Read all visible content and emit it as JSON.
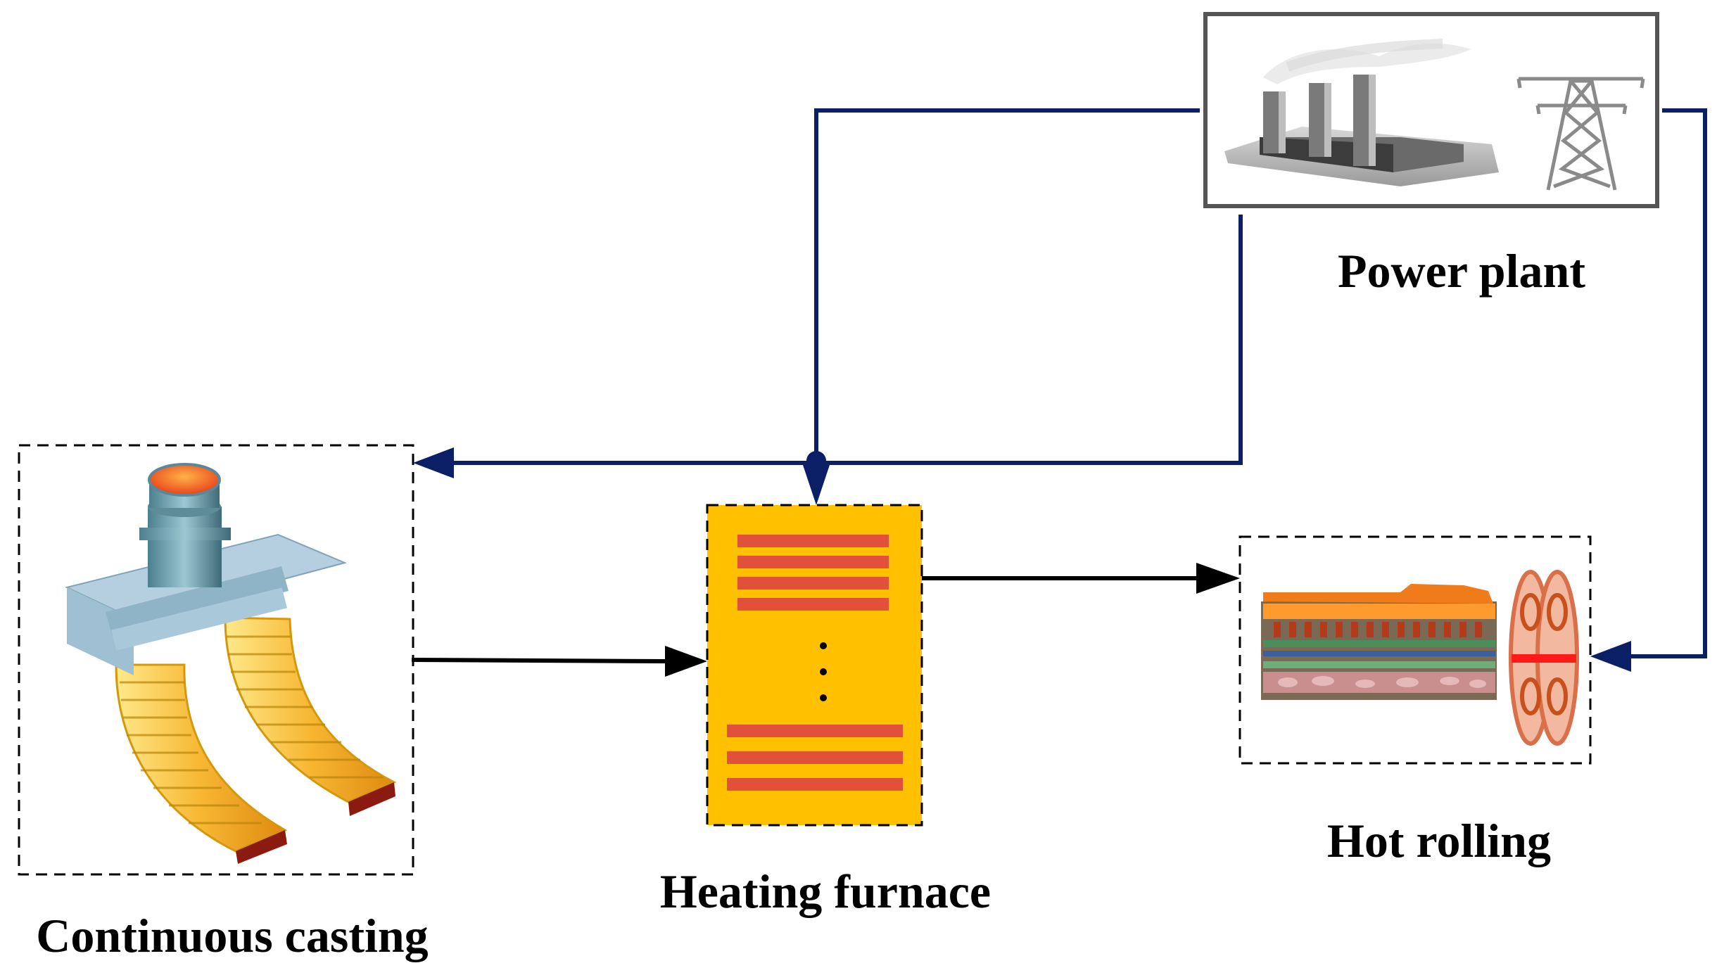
{
  "nodes": {
    "power_plant": {
      "label": "Power plant"
    },
    "continuous_casting": {
      "label": "Continuous casting"
    },
    "heating_furnace": {
      "label": "Heating furnace"
    },
    "hot_rolling": {
      "label": "Hot rolling"
    }
  },
  "colors": {
    "power_flow": "#0b1f66",
    "material_flow": "#000000",
    "furnace_fill": "#ffc000",
    "furnace_bar": "#e0503a",
    "box_border": "#555555"
  },
  "edges": [
    {
      "from": "power_plant",
      "to": "continuous_casting",
      "type": "power"
    },
    {
      "from": "power_plant",
      "to": "heating_furnace",
      "type": "power"
    },
    {
      "from": "power_plant",
      "to": "hot_rolling",
      "type": "power"
    },
    {
      "from": "continuous_casting",
      "to": "heating_furnace",
      "type": "material"
    },
    {
      "from": "heating_furnace",
      "to": "hot_rolling",
      "type": "material"
    }
  ]
}
